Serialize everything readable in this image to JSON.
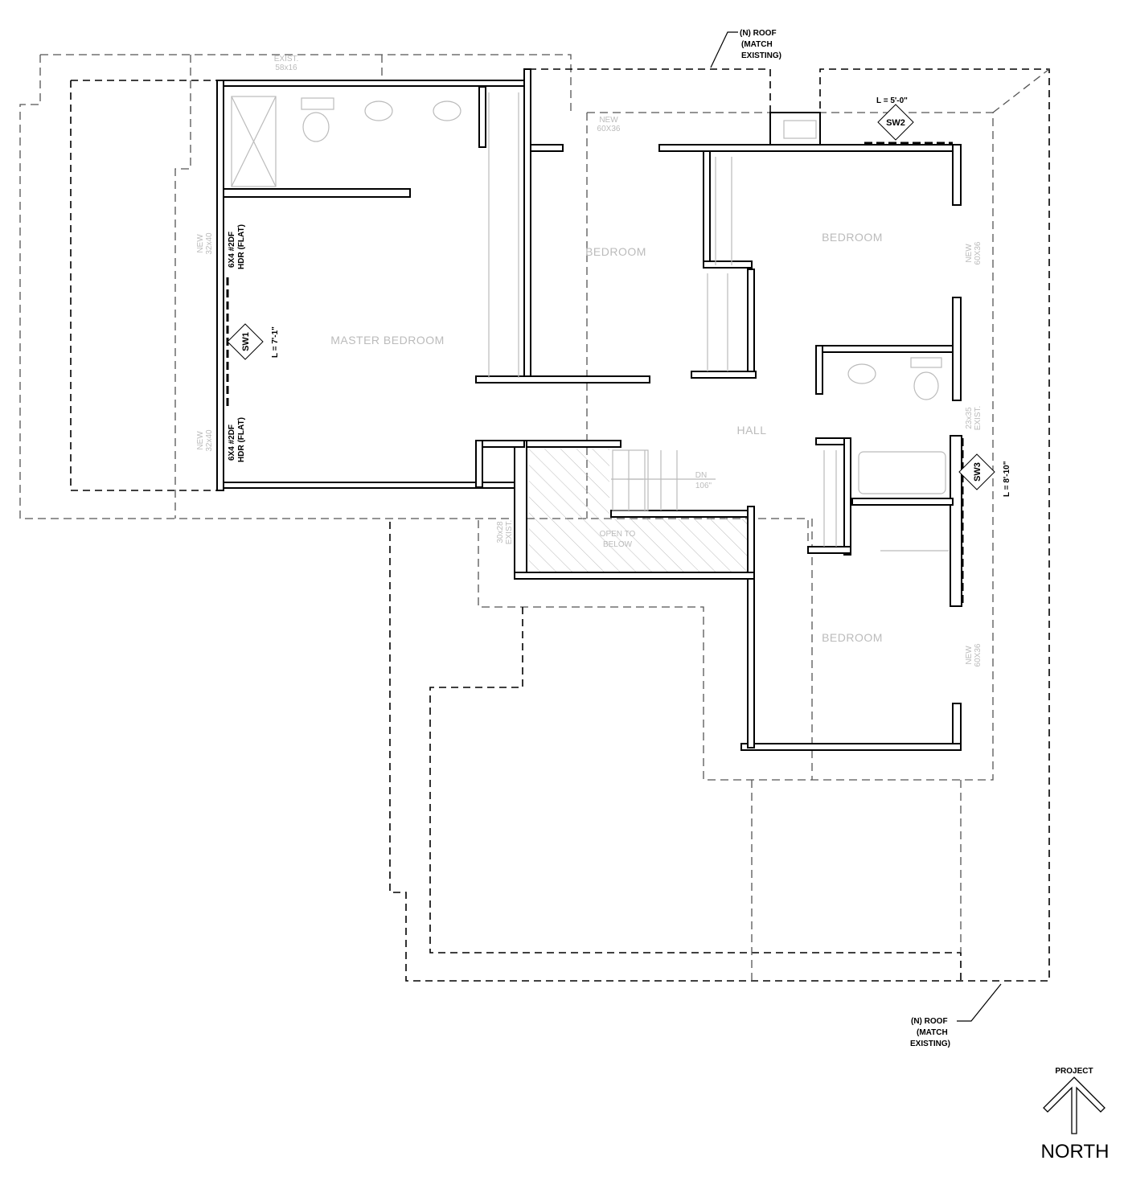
{
  "rooms": {
    "master": "MASTER BEDROOM",
    "bedroom1": "BEDROOM",
    "bedroom2": "BEDROOM",
    "bedroom3": "BEDROOM",
    "hall": "HALL",
    "open_below_1": "OPEN TO",
    "open_below_2": "BELOW"
  },
  "windows": {
    "exist_top_1": "EXIST.",
    "exist_top_2": "58x16",
    "new_left_a_1": "NEW",
    "new_left_a_2": "32x40",
    "new_left_b_1": "NEW",
    "new_left_b_2": "32x40",
    "new_top_1": "NEW",
    "new_top_2": "60X36",
    "new_right_a_1": "NEW",
    "new_right_a_2": "60X36",
    "exist_right_1": "23x35",
    "exist_right_2": "EXIST.",
    "new_right_b_1": "NEW",
    "new_right_b_2": "60X36",
    "exist_stair_1": "30x28",
    "exist_stair_2": "EXIST."
  },
  "headers": {
    "hdr_a_1": "6X4 #2DF",
    "hdr_a_2": "HDR (FLAT)",
    "hdr_b_1": "6X4 #2DF",
    "hdr_b_2": "HDR (FLAT)"
  },
  "shear_walls": {
    "sw1": "SW1",
    "sw1_len": "L = 7'-1\"",
    "sw2": "SW2",
    "sw2_len": "L = 5'-0\"",
    "sw3": "SW3",
    "sw3_len": "L = 8'-10\""
  },
  "stair": {
    "dir": "DN",
    "height": "106\""
  },
  "notes": {
    "roof_top_1": "(N) ROOF",
    "roof_top_2": "(MATCH",
    "roof_top_3": "EXISTING)",
    "roof_bot_1": "(N) ROOF",
    "roof_bot_2": "(MATCH",
    "roof_bot_3": "EXISTING)"
  },
  "north_arrow": {
    "top": "PROJECT",
    "bottom": "NORTH"
  }
}
